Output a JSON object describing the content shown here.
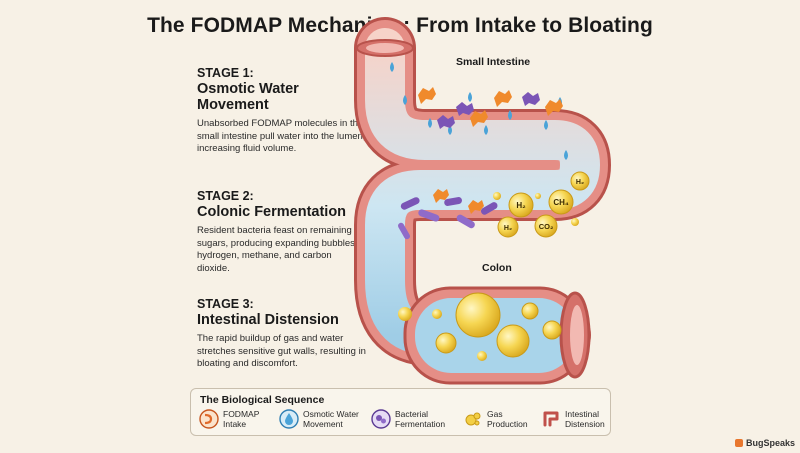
{
  "title": "The FODMAP Mechanism: From Intake to Bloating",
  "labels": {
    "small_intestine": "Small Intestine",
    "colon": "Colon"
  },
  "stages": [
    {
      "number": "STAGE 1:",
      "heading_line1": "Osmotic Water",
      "heading_line2": "Movement",
      "description": "Unabsorbed FODMAP molecules in the small intestine pull water into the lumen, increasing fluid volume."
    },
    {
      "number": "STAGE 2:",
      "heading_line1": "Colonic Fermentation",
      "heading_line2": "",
      "description": "Resident bacteria feast on remaining sugars, producing expanding bubbles of hydrogen, methane, and carbon dioxide."
    },
    {
      "number": "STAGE 3:",
      "heading_line1": "Intestinal Distension",
      "heading_line2": "",
      "description": "The rapid buildup of gas and water stretches sensitive gut walls, resulting in bloating and discomfort."
    }
  ],
  "gases": {
    "h2": "H₂",
    "ch4": "CH₄",
    "co2": "CO₂"
  },
  "legend": {
    "title": "The Biological Sequence",
    "items": [
      {
        "line1": "FODMAP",
        "line2": "Intake",
        "icon": "fodmap-intake-icon"
      },
      {
        "line1": "Osmotic Water",
        "line2": "Movement",
        "icon": "water-drop-icon"
      },
      {
        "line1": "Bacterial",
        "line2": "Fermentation",
        "icon": "bacteria-icon"
      },
      {
        "line1": "Gas",
        "line2": "Production",
        "icon": "gas-bubbles-icon"
      },
      {
        "line1": "Intestinal",
        "line2": "Distension",
        "icon": "intestine-icon"
      }
    ]
  },
  "brand": "BugSpeaks",
  "colors": {
    "gut_wall": "#e58e86",
    "gut_wall_dark": "#b8524b",
    "fluid": "#bcdff0",
    "fodmap_orange": "#f08a2c",
    "fodmap_purple": "#7b55b6",
    "gas_yellow": "#f3cf45",
    "background": "#f7f1e6"
  }
}
